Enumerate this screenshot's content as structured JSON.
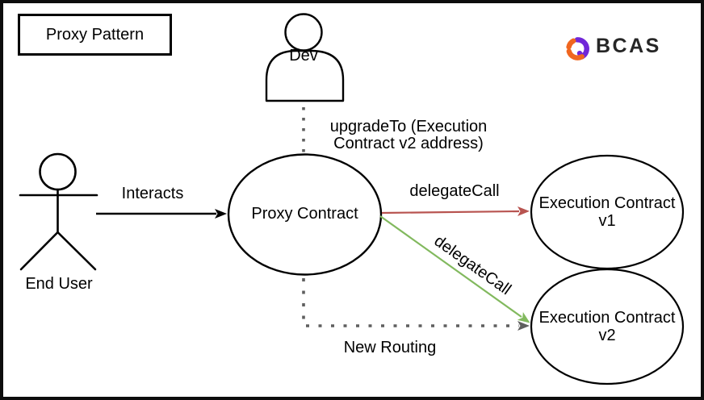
{
  "title_box": {
    "label": "Proxy Pattern"
  },
  "logo": {
    "text": "BCAS",
    "colors": {
      "orange": "#f0661f",
      "purple": "#7127d8",
      "text": "#262626"
    }
  },
  "actors": {
    "dev": {
      "label": "Dev"
    },
    "end_user": {
      "label": "End User"
    }
  },
  "nodes": {
    "proxy_contract": {
      "label": "Proxy Contract"
    },
    "execution_v1": {
      "label": "Execution Contract\nv1"
    },
    "execution_v2": {
      "label": "Execution Contract\nv2"
    }
  },
  "edges": {
    "interacts": {
      "label": "Interacts",
      "color": "#000000",
      "style": "solid"
    },
    "upgrade_to": {
      "label": "upgradeTo (Execution\nContract v2 address)",
      "color": "#5f5f5f",
      "style": "dotted"
    },
    "delegatecall_v1": {
      "label": "delegateCall",
      "color": "#b85450",
      "style": "solid"
    },
    "delegatecall_v2": {
      "label": "delegateCall",
      "color": "#82b95e",
      "style": "solid"
    },
    "new_routing": {
      "label": "New Routing",
      "color": "#5f5f5f",
      "style": "dotted"
    }
  }
}
